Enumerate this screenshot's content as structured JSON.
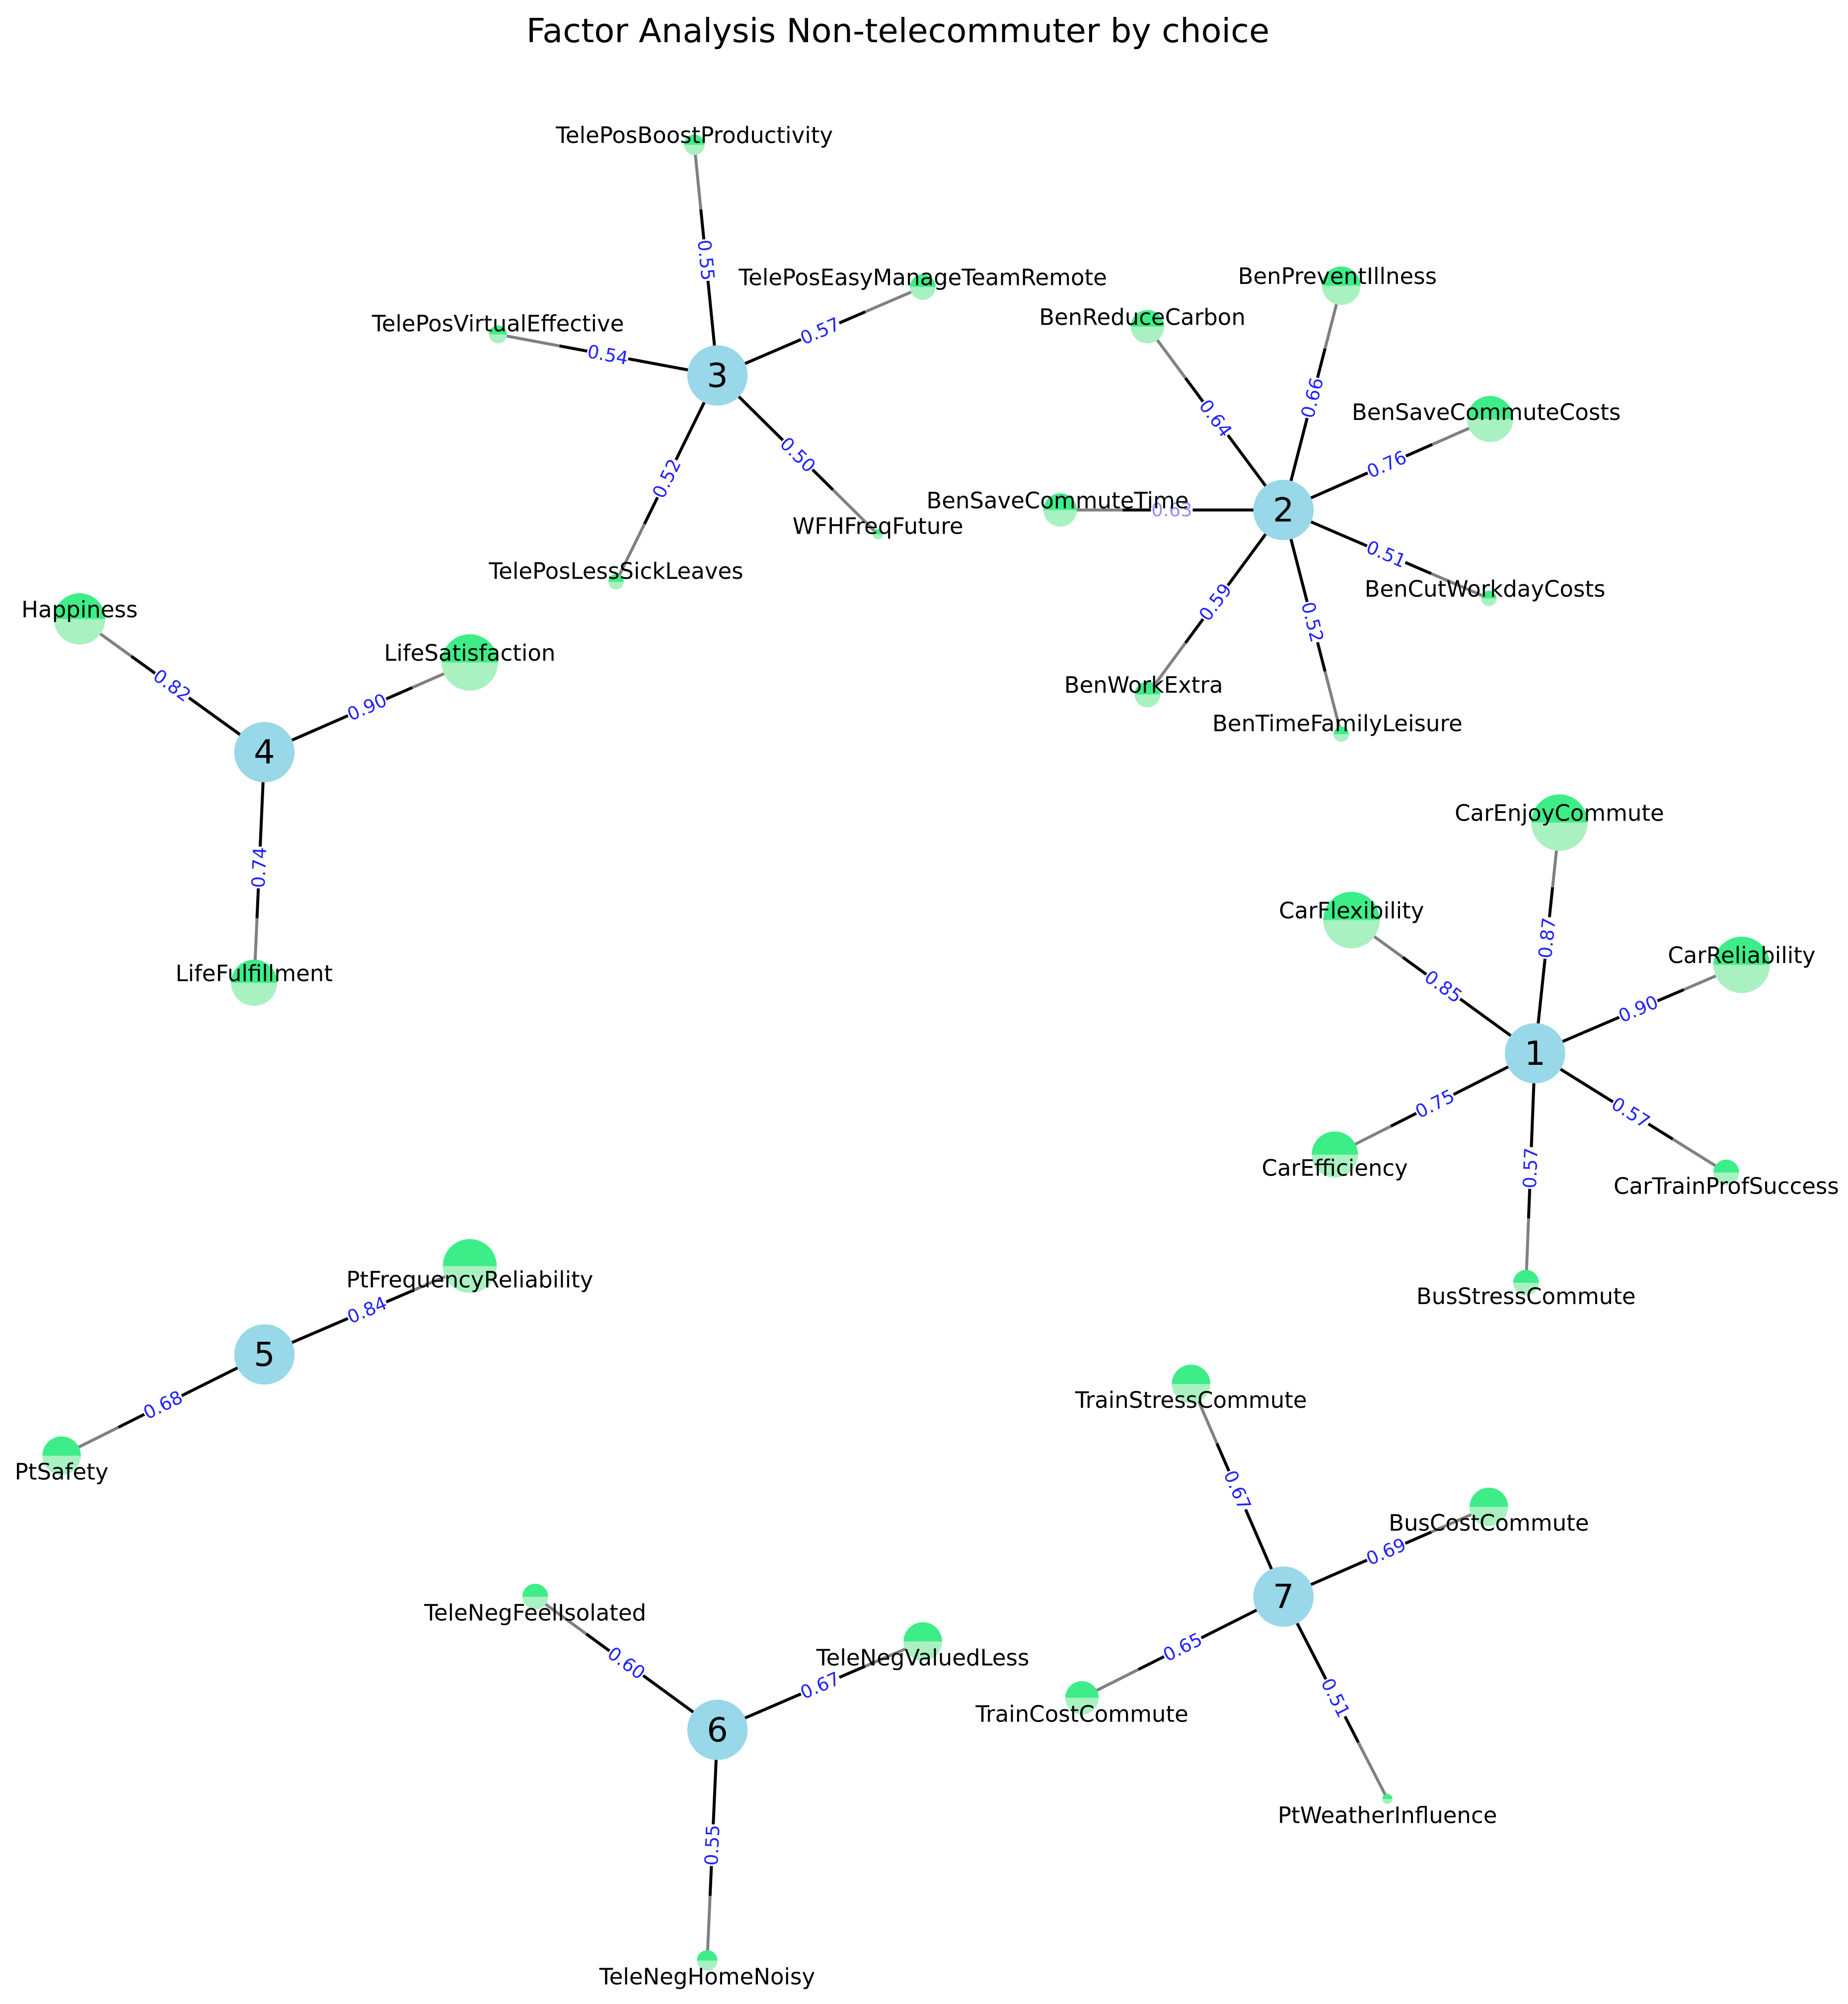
{
  "title": "Factor Analysis Non-telecommuter by choice",
  "colors": {
    "factor_node": "#98d8e8",
    "variable_top": "#3ded87",
    "variable_bottom": "#a9f1c1",
    "edge_strong": "#000000",
    "edge_weak": "#808080",
    "weight_text": "#2222ff"
  },
  "factors": [
    {
      "id": "1",
      "loadings": [
        {
          "variable": "CarEnjoyCommute",
          "value": "0.87"
        },
        {
          "variable": "CarFlexibility",
          "value": "0.85"
        },
        {
          "variable": "CarReliability",
          "value": "0.90"
        },
        {
          "variable": "CarEfficiency",
          "value": "0.75"
        },
        {
          "variable": "CarTrainProfSuccess",
          "value": "0.57"
        },
        {
          "variable": "BusStressCommute",
          "value": "0.57"
        }
      ]
    },
    {
      "id": "2",
      "loadings": [
        {
          "variable": "BenPreventIllness",
          "value": "0.66"
        },
        {
          "variable": "BenReduceCarbon",
          "value": "0.64"
        },
        {
          "variable": "BenSaveCommuteCosts",
          "value": "0.76"
        },
        {
          "variable": "BenSaveCommuteTime",
          "value": "0.63"
        },
        {
          "variable": "BenCutWorkdayCosts",
          "value": "0.51"
        },
        {
          "variable": "BenWorkExtra",
          "value": "0.59"
        },
        {
          "variable": "BenTimeFamilyLeisure",
          "value": "0.52"
        }
      ]
    },
    {
      "id": "3",
      "loadings": [
        {
          "variable": "TelePosBoostProductivity",
          "value": "0.55"
        },
        {
          "variable": "TelePosEasyManageTeamRemote",
          "value": "0.57"
        },
        {
          "variable": "TelePosVirtualEffective",
          "value": "0.54"
        },
        {
          "variable": "WFHFreqFuture",
          "value": "0.50"
        },
        {
          "variable": "TelePosLessSickLeaves",
          "value": "0.52"
        }
      ]
    },
    {
      "id": "4",
      "loadings": [
        {
          "variable": "Happiness",
          "value": "0.82"
        },
        {
          "variable": "LifeSatisfaction",
          "value": "0.90"
        },
        {
          "variable": "LifeFulfillment",
          "value": "0.74"
        }
      ]
    },
    {
      "id": "5",
      "loadings": [
        {
          "variable": "PtFrequencyReliability",
          "value": "0.84"
        },
        {
          "variable": "PtSafety",
          "value": "0.68"
        }
      ]
    },
    {
      "id": "6",
      "loadings": [
        {
          "variable": "TeleNegFeelIsolated",
          "value": "0.60"
        },
        {
          "variable": "TeleNegValuedLess",
          "value": "0.67"
        },
        {
          "variable": "TeleNegHomeNoisy",
          "value": "0.55"
        }
      ]
    },
    {
      "id": "7",
      "loadings": [
        {
          "variable": "TrainStressCommute",
          "value": "0.67"
        },
        {
          "variable": "BusCostCommute",
          "value": "0.69"
        },
        {
          "variable": "TrainCostCommute",
          "value": "0.65"
        },
        {
          "variable": "PtWeatherInfluence",
          "value": "0.51"
        }
      ]
    }
  ]
}
